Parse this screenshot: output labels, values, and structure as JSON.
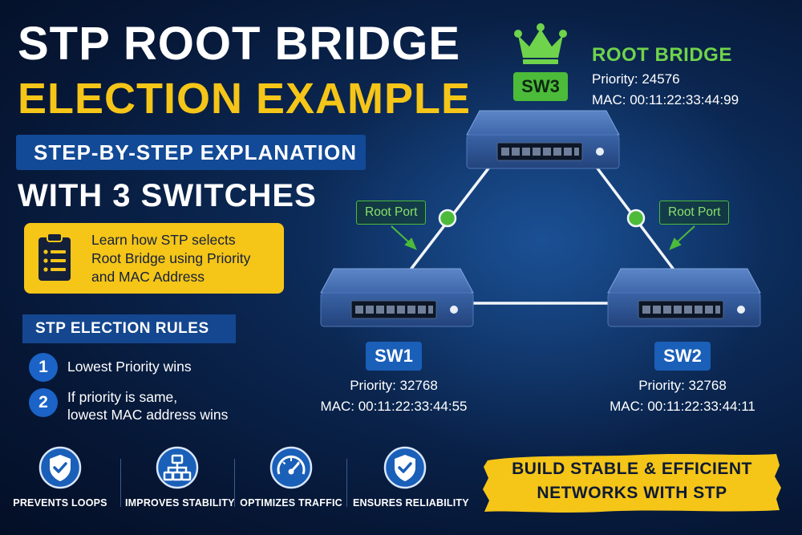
{
  "title": {
    "line1": "STP ROOT BRIDGE",
    "line2": "ELECTION EXAMPLE"
  },
  "subtitle": "STEP-BY-STEP EXPLANATION",
  "heading": "WITH 3 SWITCHES",
  "learn": {
    "line1": "Learn how STP selects",
    "line2": "Root Bridge using Priority",
    "line3": "and MAC Address"
  },
  "rules": {
    "title": "STP ELECTION RULES",
    "items": [
      {
        "num": "1",
        "line1": "Lowest Priority wins",
        "line2": ""
      },
      {
        "num": "2",
        "line1": "If priority is same,",
        "line2": "lowest MAC address wins"
      }
    ]
  },
  "features": [
    {
      "label": "PREVENTS LOOPS",
      "icon": "shield-check-icon"
    },
    {
      "label": "IMPROVES STABILITY",
      "icon": "network-hierarchy-icon"
    },
    {
      "label": "OPTIMIZES TRAFFIC",
      "icon": "speedometer-icon"
    },
    {
      "label": "ENSURES RELIABILITY",
      "icon": "shield-check-icon"
    }
  ],
  "switches": {
    "sw3": {
      "name": "SW3",
      "role": "ROOT BRIDGE",
      "priority": "Priority: 24576",
      "mac": "MAC: 00:11:22:33:44:99"
    },
    "sw1": {
      "name": "SW1",
      "priority": "Priority: 32768",
      "mac": "MAC: 00:11:22:33:44:55"
    },
    "sw2": {
      "name": "SW2",
      "priority": "Priority: 32768",
      "mac": "MAC: 00:11:22:33:44:11"
    }
  },
  "root_port_label": "Root Port",
  "banner": {
    "line1": "BUILD STABLE & EFFICIENT",
    "line2": "NETWORKS WITH STP"
  },
  "colors": {
    "accent_yellow": "#f5c518",
    "root_green": "#4dbb3a",
    "switch_blue": "#1a5fb8",
    "background": "#0b2752"
  }
}
